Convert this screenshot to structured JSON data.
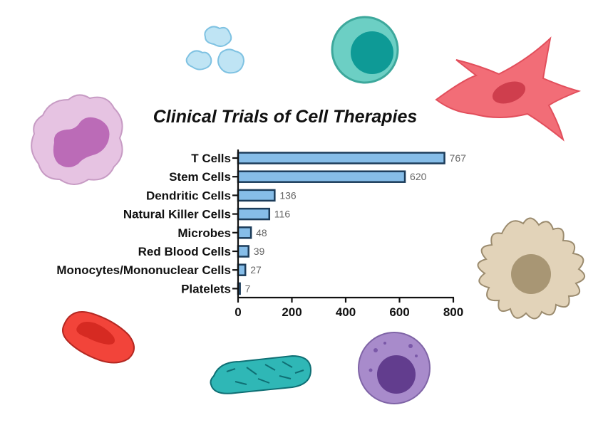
{
  "colors": {
    "bar_fill": "#86bde8",
    "bar_stroke": "#1c3c5a",
    "background": "#ffffff"
  },
  "decorations": [
    "lymphocyte-cell-icon",
    "platelets-icon",
    "fibroblast-cell-icon",
    "neutrophil-cell-icon",
    "dendritic-cell-icon",
    "red-blood-cell-icon",
    "bacterium-icon",
    "monocyte-cell-icon"
  ],
  "chart_data": {
    "type": "bar",
    "orientation": "horizontal",
    "title": "Clinical Trials of Cell Therapies",
    "categories": [
      "T Cells",
      "Stem Cells",
      "Dendritic Cells",
      "Natural Killer Cells",
      "Microbes",
      "Red Blood Cells",
      "Monocytes/Mononuclear Cells",
      "Platelets"
    ],
    "values": [
      767,
      620,
      136,
      116,
      48,
      39,
      27,
      7
    ],
    "xlim": [
      0,
      800
    ],
    "xticks": [
      0,
      200,
      400,
      600,
      800
    ],
    "xlabel": "",
    "ylabel": "",
    "grid": false
  }
}
